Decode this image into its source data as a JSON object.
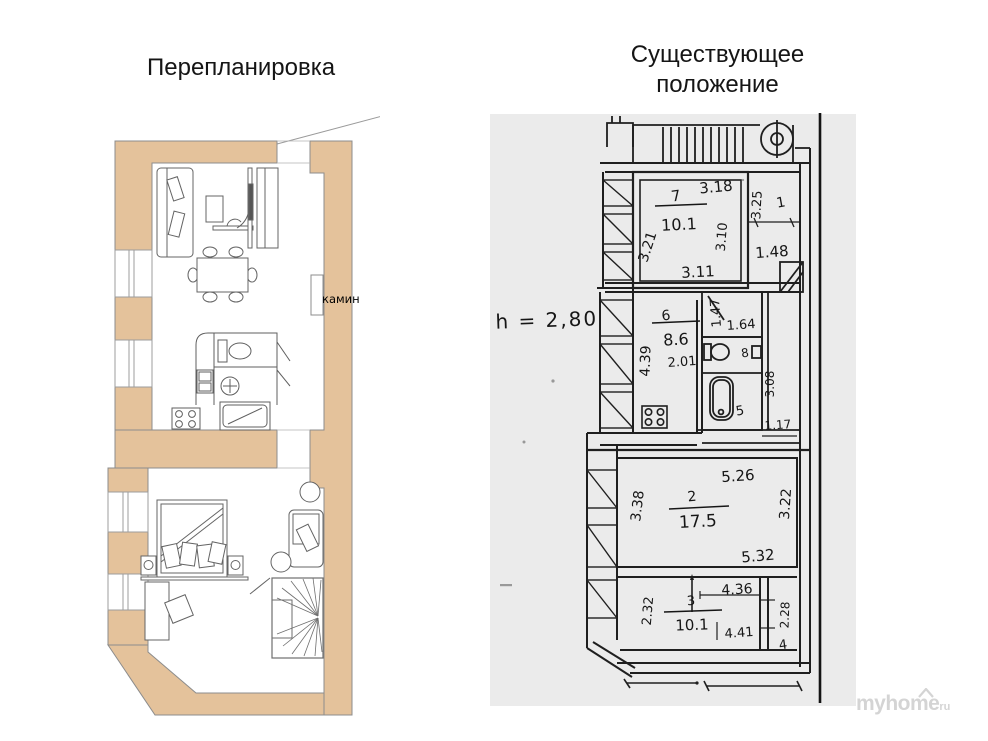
{
  "page": {
    "left_title": "Перепланировка",
    "right_title": "Существующее положение",
    "watermark": {
      "name": "myhome",
      "tld": "ru"
    }
  },
  "left_plan": {
    "fireplace_label": "камин"
  },
  "right_plan": {
    "ceiling_height": "h = 2,80",
    "room7": {
      "number": "7",
      "area": "10.1",
      "dim_top": "3.18",
      "dim_left": "3.21",
      "dim_bottom": "3.11",
      "dim_right": "3.10"
    },
    "hall": {
      "number": "1",
      "dim_side": "3.25",
      "dim_bottom": "1.48"
    },
    "room6": {
      "number": "6",
      "area": "8.6",
      "dim_under": "2.01",
      "dim_left": "4.39",
      "dim_closet_h": "1.47",
      "dim_closet_w": "1.64"
    },
    "wc": {
      "number": "8"
    },
    "bath": {
      "number": "5",
      "dim_right": "3.08",
      "dim_bottom": "1.17"
    },
    "room2": {
      "number": "2",
      "area": "17.5",
      "dim_top": "5.26",
      "dim_left": "3.38",
      "dim_right": "3.22",
      "dim_bottom": "5.32"
    },
    "room3": {
      "number": "3",
      "area": "10.1",
      "dim_top": "4.36",
      "dim_left": "2.32",
      "dim_mid": "4.41",
      "dim_right": "2.28"
    },
    "room4": {
      "number": "4"
    }
  }
}
